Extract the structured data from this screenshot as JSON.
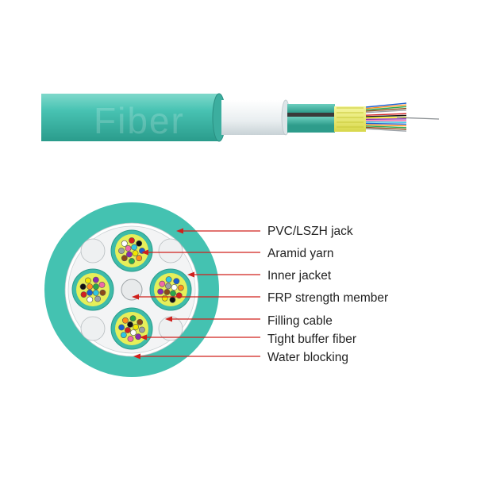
{
  "watermark": "Fiber",
  "colors": {
    "jacket": "#44c2b1",
    "jacket_dark": "#2a9c8c",
    "inner_jacket": "#58cbb8",
    "aramid_yellow": "#e6ef5a",
    "arrow_red": "#d0201c",
    "label_text": "#222222"
  },
  "callouts": [
    {
      "id": "pvc-lszh-jack",
      "label": "PVC/LSZH jack"
    },
    {
      "id": "aramid-yarn",
      "label": "Aramid yarn"
    },
    {
      "id": "inner-jacket",
      "label": "Inner jacket"
    },
    {
      "id": "frp-strength-member",
      "label": "FRP strength member"
    },
    {
      "id": "filling-cable",
      "label": "Filling cable"
    },
    {
      "id": "tight-buffer-fiber",
      "label": "Tight buffer fiber"
    },
    {
      "id": "water-blocking",
      "label": "Water blocking"
    }
  ],
  "fiber_colors": [
    "#1a5fd0",
    "#ff8c1a",
    "#2aa84a",
    "#8b4a1a",
    "#9aa0a6",
    "#ffffff",
    "#d42020",
    "#111111",
    "#f2e600",
    "#8a2bb0",
    "#f06aa8",
    "#2fc6e0"
  ]
}
